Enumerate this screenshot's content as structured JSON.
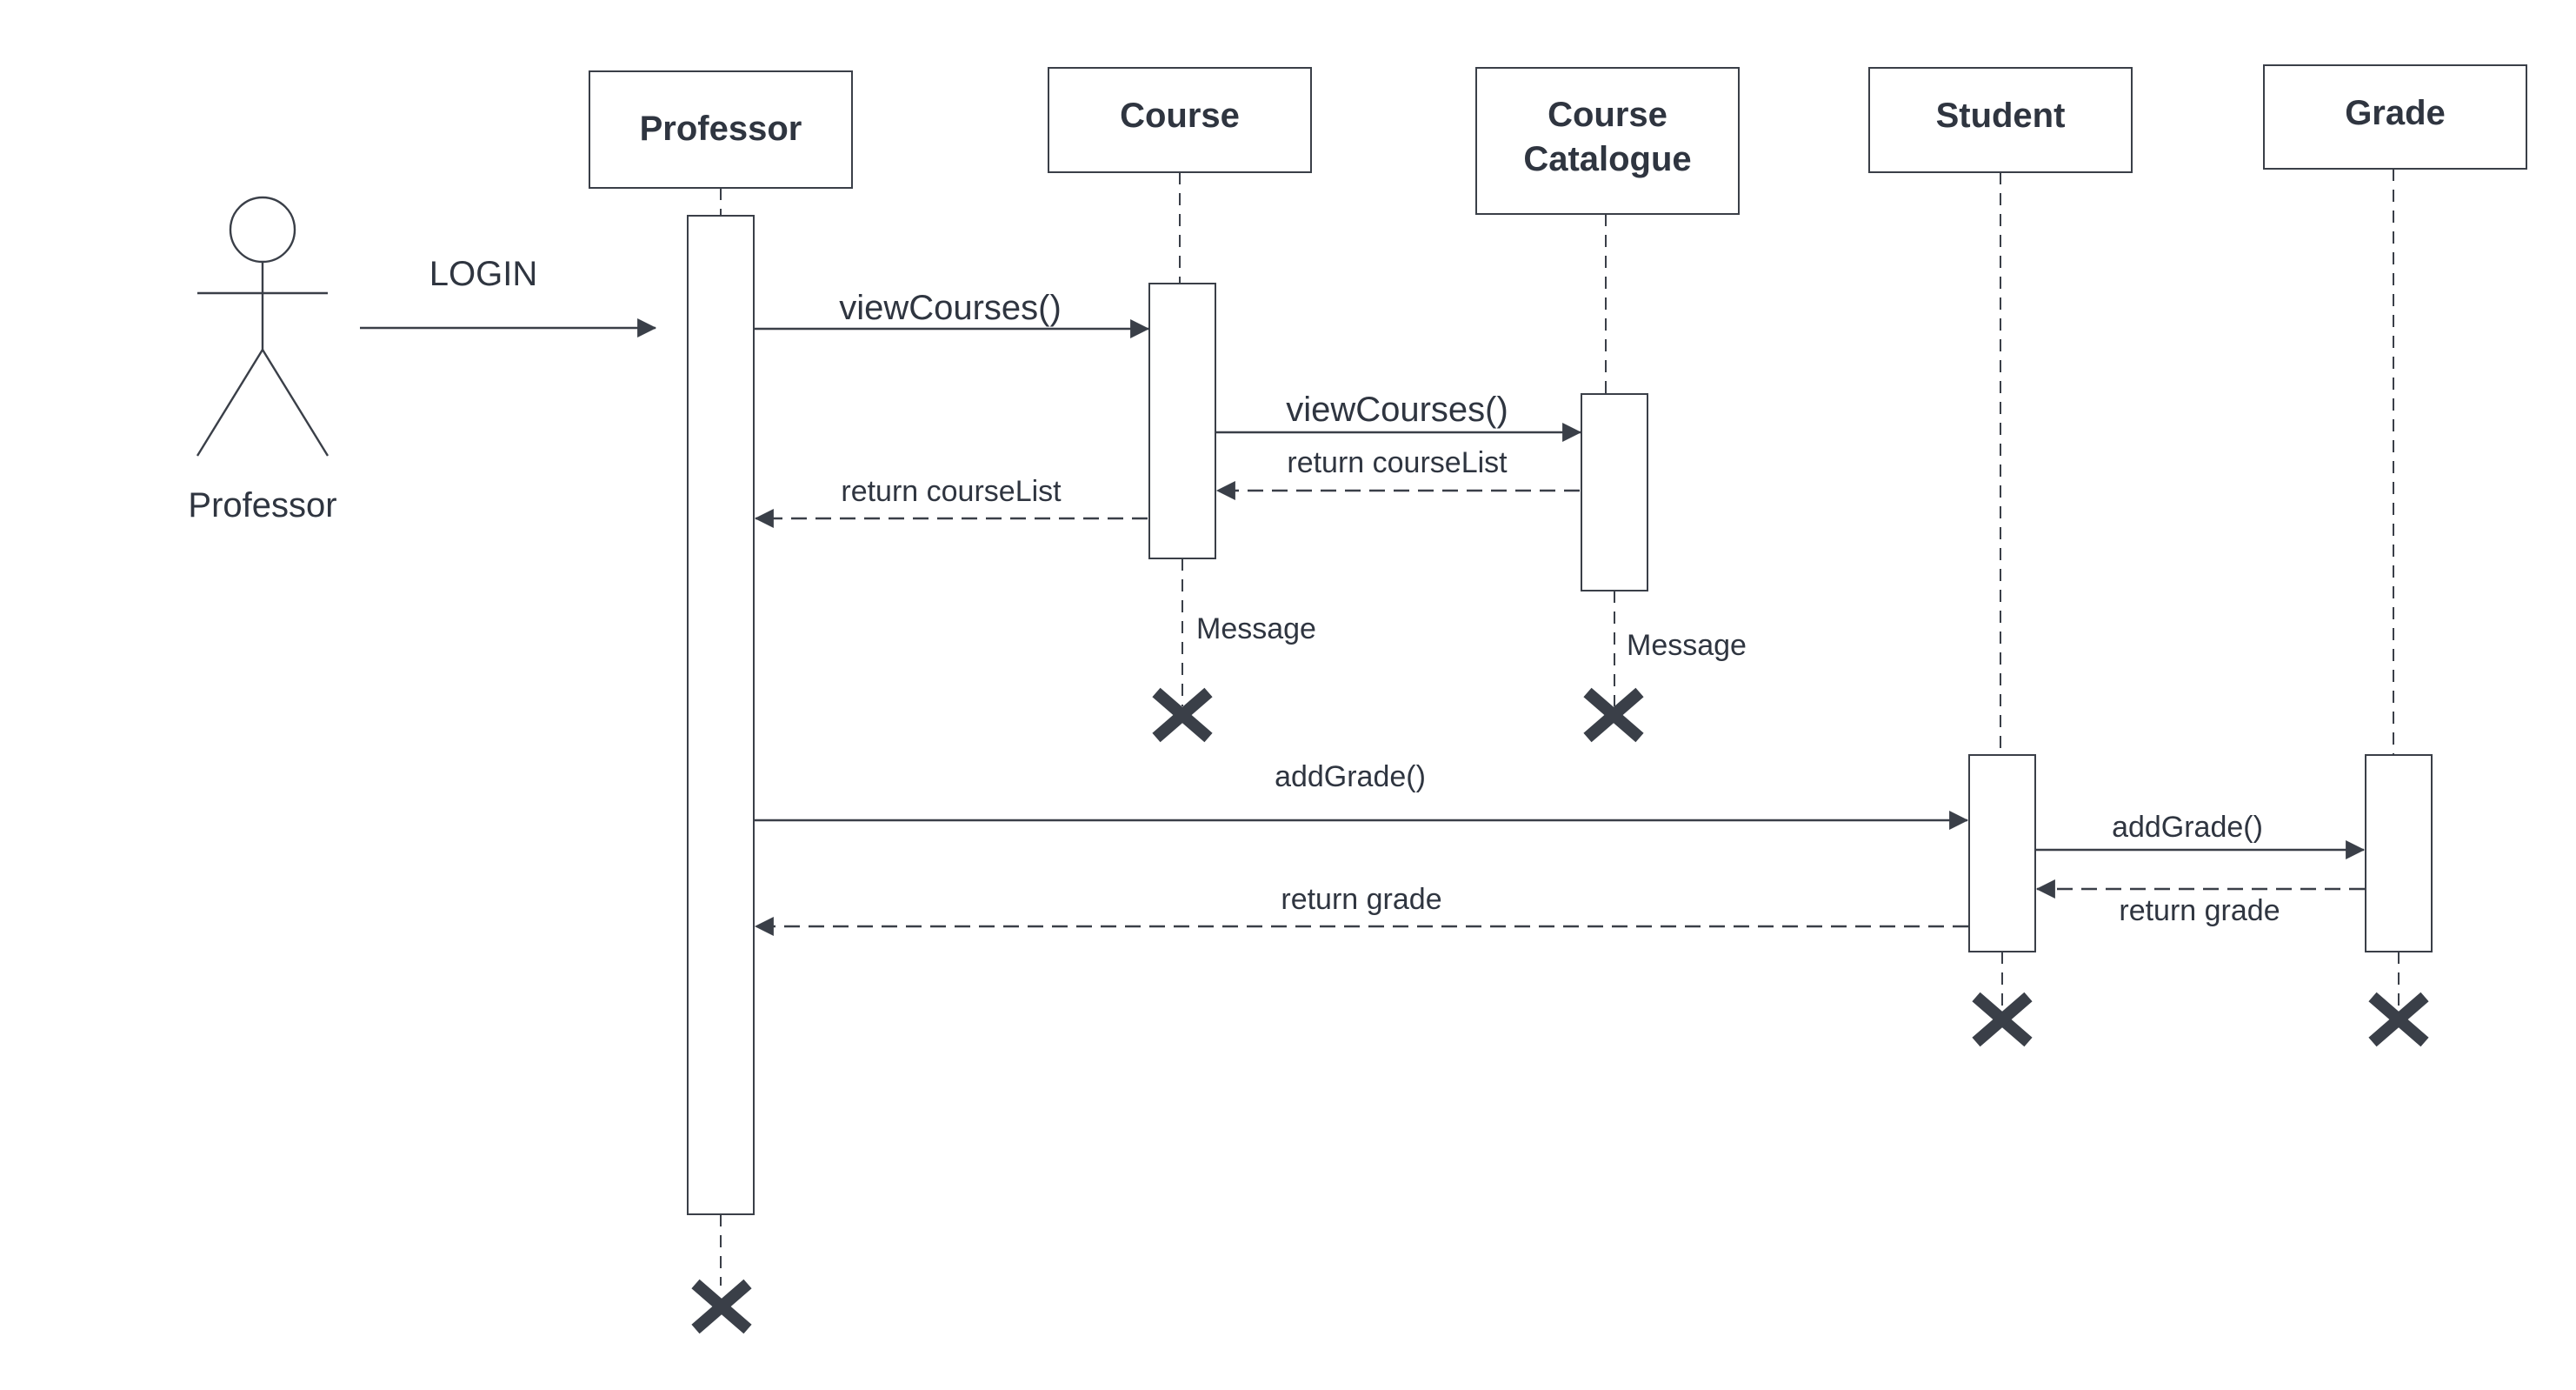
{
  "actor": {
    "name": "Professor",
    "icon": "stick-figure-icon"
  },
  "participants": [
    {
      "id": "professor",
      "lines": [
        "Professor"
      ]
    },
    {
      "id": "course",
      "lines": [
        "Course"
      ]
    },
    {
      "id": "catalogue",
      "lines": [
        "Course",
        "Catalogue"
      ]
    },
    {
      "id": "student",
      "lines": [
        "Student"
      ]
    },
    {
      "id": "grade",
      "lines": [
        "Grade"
      ]
    }
  ],
  "messages": [
    {
      "id": "login",
      "label": "LOGIN",
      "type": "sync"
    },
    {
      "id": "view-courses-1",
      "label": "viewCourses()",
      "type": "sync"
    },
    {
      "id": "view-courses-2",
      "label": "viewCourses()",
      "type": "sync"
    },
    {
      "id": "return-courselist-1",
      "label": "return courseList",
      "type": "return"
    },
    {
      "id": "return-courselist-2",
      "label": "return courseList",
      "type": "return"
    },
    {
      "id": "add-grade-1",
      "label": "addGrade()",
      "type": "sync"
    },
    {
      "id": "add-grade-2",
      "label": "addGrade()",
      "type": "sync"
    },
    {
      "id": "return-grade-1",
      "label": "return grade",
      "type": "return"
    },
    {
      "id": "return-grade-2",
      "label": "return grade",
      "type": "return"
    }
  ],
  "notes": [
    {
      "id": "course-message",
      "label": "Message"
    },
    {
      "id": "catalogue-message",
      "label": "Message"
    }
  ],
  "destroy_marks": [
    "professor",
    "course",
    "catalogue",
    "student",
    "grade"
  ],
  "colors": {
    "stroke": "#3a3f48",
    "text": "#2f3540",
    "background": "#ffffff"
  }
}
